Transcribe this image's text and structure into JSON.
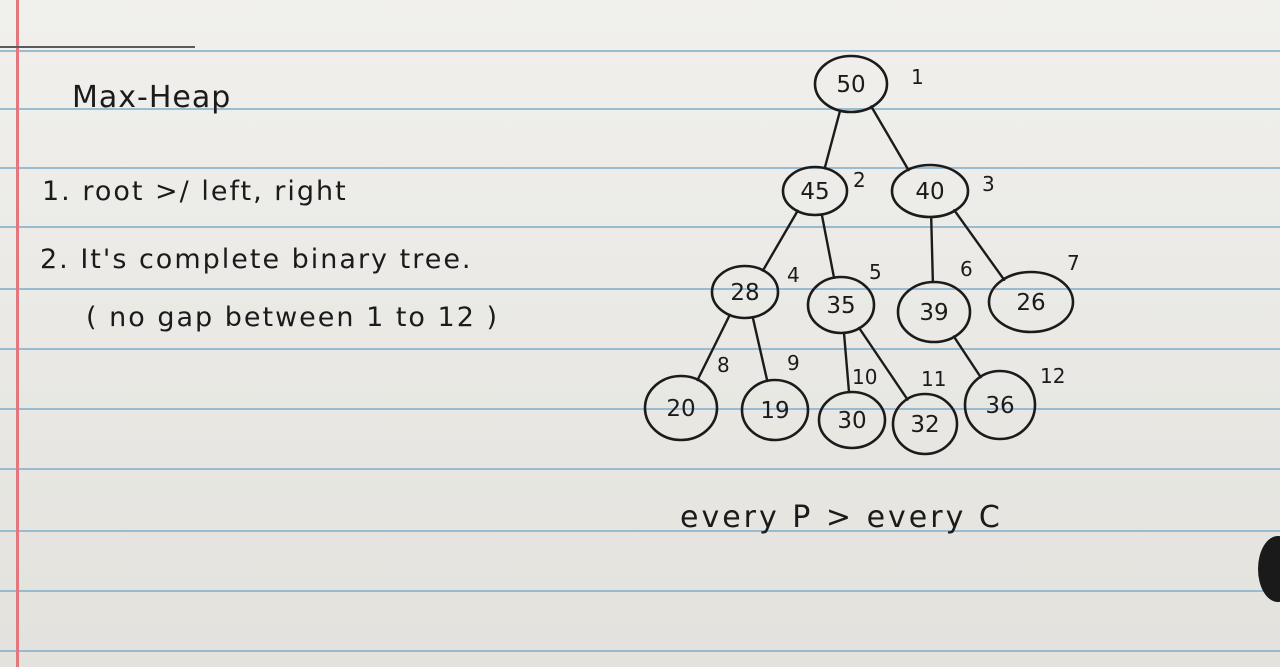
{
  "notes": {
    "title": "Max-Heap",
    "rule_1": "1. root >/ left, right",
    "rule_2": "2. It's complete binary tree.",
    "rule_3": "( no gap between 1 to 12 )",
    "footer": "every P > every C"
  },
  "heap": {
    "nodes": [
      {
        "index": "1",
        "value": "50"
      },
      {
        "index": "2",
        "value": "45"
      },
      {
        "index": "3",
        "value": "40"
      },
      {
        "index": "4",
        "value": "28"
      },
      {
        "index": "5",
        "value": "35"
      },
      {
        "index": "6",
        "value": "39"
      },
      {
        "index": "7",
        "value": "26"
      },
      {
        "index": "8",
        "value": "20"
      },
      {
        "index": "9",
        "value": "19"
      },
      {
        "index": "10",
        "value": "30"
      },
      {
        "index": "11",
        "value": "32"
      },
      {
        "index": "12",
        "value": "36"
      }
    ]
  },
  "colors": {
    "ink": "#1b1b1b",
    "ruled_line": "#8fb6cf",
    "margin_line": "#e2787d",
    "paper": "#ecebe6"
  }
}
